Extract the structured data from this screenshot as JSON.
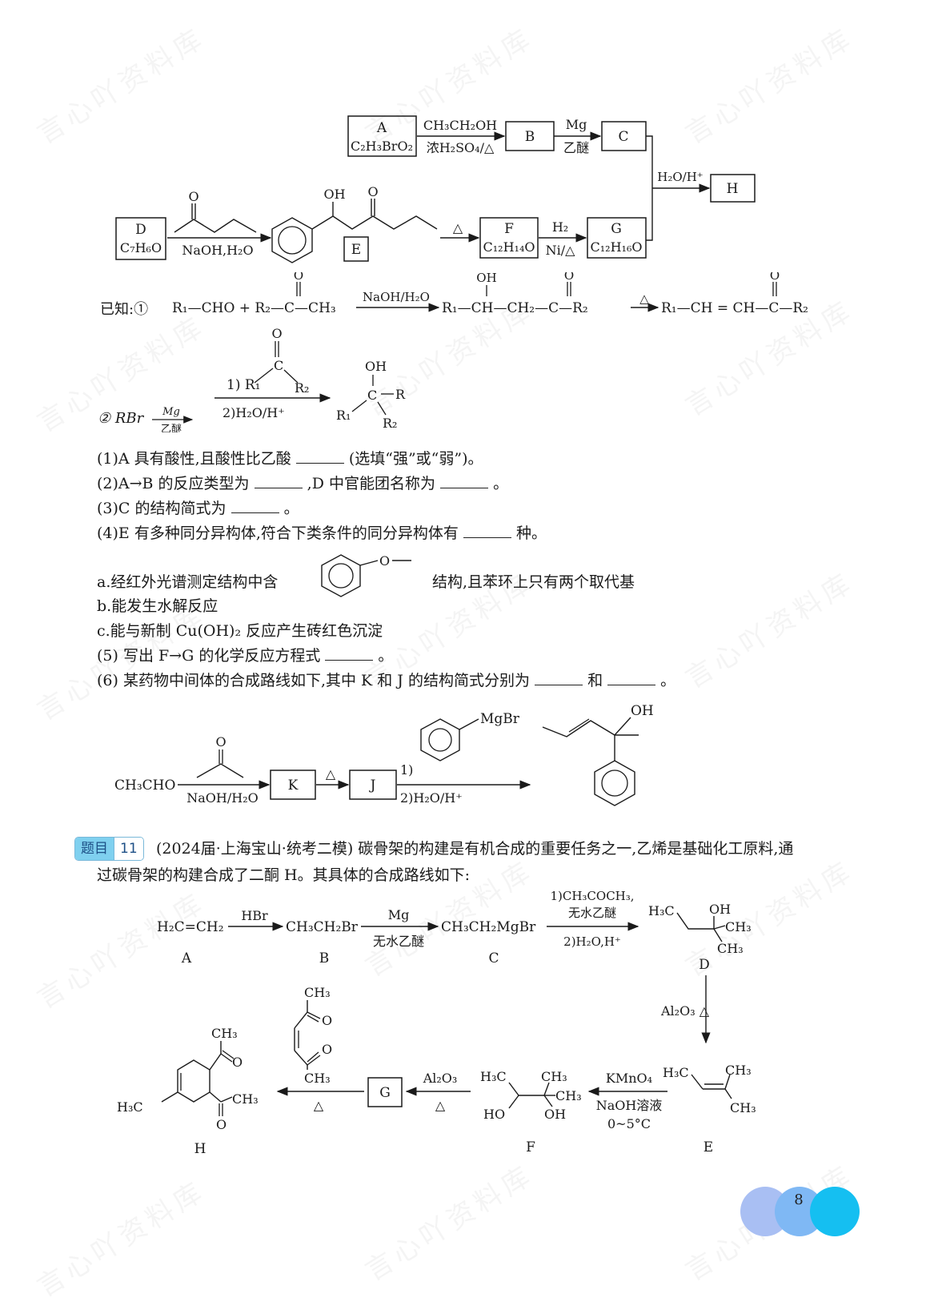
{
  "watermark": "言心吖资料库",
  "scheme1": {
    "A_label": "A",
    "A_formula": "C₂H₃BrO₂",
    "A_to_B_top": "CH₃CH₂OH",
    "A_to_B_bottom": "浓H₂SO₄/△",
    "B_label": "B",
    "B_to_C_top": "Mg",
    "B_to_C_bottom": "乙醚",
    "C_label": "C",
    "C_to_H": "H₂O/H⁺",
    "H_label": "H",
    "D_label": "D",
    "D_formula": "C₇H₆O",
    "D_to_E_bottom": "NaOH,H₂O",
    "E_label": "E",
    "E_OH": "OH",
    "E_O": "O",
    "E_to_F_top": "△",
    "F_label": "F",
    "F_formula": "C₁₂H₁₄O",
    "F_to_G_top": "H₂",
    "F_to_G_bottom": "Ni/△",
    "G_label": "G",
    "G_formula": "C₁₂H₁₆O",
    "ketone_O": "O"
  },
  "known": {
    "prefix": "已知:①",
    "r1": "R₁—CHO + R₂—C—CH₃",
    "r1_O": "O",
    "r1_cond": "NaOH/H₂O",
    "p1": "R₁—CH—CH₂—C—R₂",
    "p1_OH": "OH",
    "p1_O": "O",
    "delta": "△",
    "p2": "R₁—CH = CH—C—R₂",
    "p2_O": "O",
    "second": "② RBr",
    "mg": "Mg",
    "ether": "乙醚",
    "step1": "1) R₁",
    "step1_R2": "R₂",
    "step1_C": "C",
    "step1_O": "O",
    "step2": "2)H₂O/H⁺",
    "prod_OH": "OH",
    "prod_C": "C",
    "prod_R": "R",
    "prod_R1": "R₁",
    "prod_R2": "R₂"
  },
  "questions": {
    "q1": "(1)A 具有酸性,且酸性比乙酸",
    "q1_tail": "(选填“强”或“弱”)。",
    "q2": "(2)A→B 的反应类型为",
    "q2_mid": ",D 中官能团名称为",
    "q2_tail": "。",
    "q3": "(3)C 的结构简式为",
    "q3_tail": "。",
    "q4": "(4)E 有多种同分异构体,符合下类条件的同分异构体有",
    "q4_tail": "种。",
    "qa": "a.经红外光谱测定结构中含",
    "qa_tail": "结构,且苯环上只有两个取代基",
    "qa_O": "O",
    "qb": "b.能发生水解反应",
    "qc": "c.能与新制 Cu(OH)₂ 反应产生砖红色沉淀",
    "q5": "(5) 写出 F→G 的化学反应方程式",
    "q5_tail": "。",
    "q6": "(6) 某药物中间体的合成路线如下,其中 K 和 J 的结构简式分别为",
    "q6_and": "和",
    "q6_tail": "。"
  },
  "scheme2": {
    "start": "CH₃CHO",
    "cond1_bottom": "NaOH/H₂O",
    "cond1_O": "O",
    "K": "K",
    "delta": "△",
    "J": "J",
    "step1": "1)",
    "MgBr": "MgBr",
    "step2": "2)H₂O/H⁺",
    "OH": "OH"
  },
  "problem11": {
    "badge_label": "题目",
    "badge_num": "11",
    "stem": "(2024届·上海宝山·统考二模) 碳骨架的构建是有机合成的重要任务之一,乙烯是基础化工原料,通",
    "stem2": "过碳骨架的构建合成了二酮 H。其具体的合成路线如下:",
    "A": "H₂C=CH₂",
    "A_label": "A",
    "A_to_B": "HBr",
    "B": "CH₃CH₂Br",
    "B_label": "B",
    "B_to_C_top": "Mg",
    "B_to_C_bottom": "无水乙醚",
    "C": "CH₃CH₂MgBr",
    "C_label": "C",
    "C_to_D_top1": "1)CH₃COCH₃,",
    "C_to_D_top2": "无水乙醚",
    "C_to_D_bottom": "2)H₂O,H⁺",
    "D_H3C": "H₃C",
    "D_OH": "OH",
    "D_CH3a": "CH₃",
    "D_CH3b": "CH₃",
    "D_label": "D",
    "D_to_E": "Al₂O₃ △",
    "E_H3C": "H₃C",
    "E_CH3a": "CH₃",
    "E_CH3b": "CH₃",
    "E_label": "E",
    "E_to_F_top": "KMnO₄",
    "E_to_F_bottom1": "NaOH溶液",
    "E_to_F_bottom2": "0~5°C",
    "F_H3C": "H₃C",
    "F_CH3a": "CH₃",
    "F_CH3b": "CH₃",
    "F_HO": "HO",
    "F_OH": "OH",
    "F_label": "F",
    "F_to_G_top": "Al₂O₃",
    "F_to_G_bottom": "△",
    "G": "G",
    "G_to_H": "△",
    "mid_CH3a": "CH₃",
    "mid_O1": "O",
    "mid_O2": "O",
    "mid_CH3b": "CH₃",
    "H_CH3a": "CH₃",
    "H_O1": "O",
    "H_CH3b": "CH₃",
    "H_O2": "O",
    "H_H3C": "H₃C",
    "H_label": "H"
  },
  "page_number": "8",
  "colors": {
    "badge_bg": "#7fd0ef",
    "page_circle1": "#a9bff3",
    "page_circle2": "#7fb8f4",
    "page_circle3": "#15bff1"
  }
}
